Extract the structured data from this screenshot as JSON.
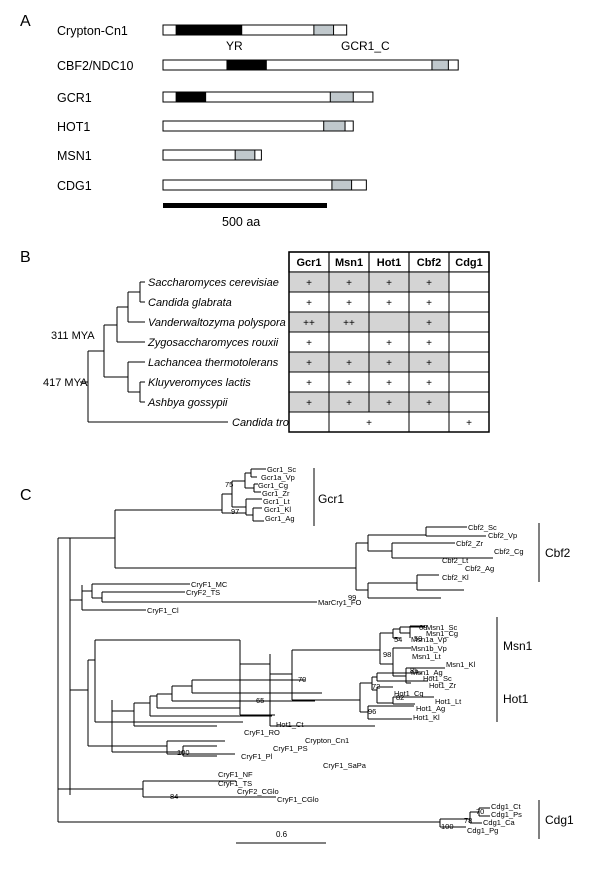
{
  "panel_a": {
    "label": "A",
    "proteins": [
      {
        "name": "Crypton-Cn1",
        "length_aa": 560,
        "yr": [
          40,
          240
        ],
        "gcr1c": [
          460,
          520
        ]
      },
      {
        "name": "CBF2/NDC10",
        "length_aa": 900,
        "yr": [
          195,
          315
        ],
        "gcr1c": [
          820,
          870
        ]
      },
      {
        "name": "GCR1",
        "length_aa": 640,
        "yr": [
          40,
          130
        ],
        "gcr1c": [
          510,
          580
        ]
      },
      {
        "name": "HOT1",
        "length_aa": 580,
        "yr": null,
        "gcr1c": [
          490,
          555
        ]
      },
      {
        "name": "MSN1",
        "length_aa": 300,
        "yr": null,
        "gcr1c": [
          220,
          280
        ]
      },
      {
        "name": "CDG1",
        "length_aa": 620,
        "yr": null,
        "gcr1c": [
          515,
          575
        ]
      }
    ],
    "yr_label": "YR",
    "gcr1c_label": "GCR1_C",
    "scale_label": "500 aa",
    "scale_value_aa": 500,
    "colors": {
      "yr": "#000000",
      "gcr1c": "#c0c8cc",
      "body": "#ffffff"
    }
  },
  "panel_b": {
    "label": "B",
    "columns": [
      "Gcr1",
      "Msn1",
      "Hot1",
      "Cbf2",
      "Cdg1"
    ],
    "rows": [
      {
        "species": "Saccharomyces cerevisiae",
        "cells": [
          "+",
          "+",
          "+",
          "+",
          ""
        ],
        "shaded": true
      },
      {
        "species": "Candida glabrata",
        "cells": [
          "+",
          "+",
          "+",
          "+",
          ""
        ],
        "shaded": false
      },
      {
        "species": "Vanderwaltozyma polyspora",
        "cells": [
          "++",
          "++",
          "",
          "+",
          ""
        ],
        "shaded": true
      },
      {
        "species": "Zygosaccharomyces rouxii",
        "cells": [
          "+",
          "",
          "+",
          "+",
          ""
        ],
        "shaded": false
      },
      {
        "species": "Lachancea thermotolerans",
        "cells": [
          "+",
          "+",
          "+",
          "+",
          ""
        ],
        "shaded": true
      },
      {
        "species": "Kluyveromyces lactis",
        "cells": [
          "+",
          "+",
          "+",
          "+",
          ""
        ],
        "shaded": false
      },
      {
        "species": "Ashbya gossypii",
        "cells": [
          "+",
          "+",
          "+",
          "+",
          ""
        ],
        "shaded": true
      },
      {
        "species": "Candida tropicalis",
        "cells": [
          "",
          "+",
          "",
          "",
          "+"
        ],
        "shaded": false,
        "merged_gcr1_hot1": true
      }
    ],
    "divergence_labels": [
      "311 MYA",
      "417 MYA"
    ],
    "colors": {
      "shade": "#d4d4d4"
    }
  },
  "panel_c": {
    "label": "C",
    "scale_label": "0.6",
    "clades": [
      "Gcr1",
      "Cbf2",
      "Msn1",
      "Hot1",
      "Cdg1"
    ],
    "leaves": [
      "Gcr1_Sc",
      "Gcr1a_Vp",
      "Gcr1_Cg",
      "Gcr1_Zr",
      "Gcr1_Lt",
      "Gcr1_Kl",
      "Gcr1_Ag",
      "Cbf2_Sc",
      "Cbf2_Vp",
      "Cbf2_Zr",
      "Cbf2_Cg",
      "Cbf2_Lt",
      "Cbf2_Ag",
      "Cbf2_Kl",
      "CryF1_MC",
      "CryF2_TS",
      "MarCry1_FO",
      "CryF1_Cl",
      "Msn1_Sc",
      "Msn1_Cg",
      "Msn1a_Vp",
      "Msn1b_Vp",
      "Msn1_Lt",
      "Msn1_Kl",
      "Msn1_Ag",
      "Hot1_Sc",
      "Hot1_Zr",
      "Hot1_Cg",
      "Hot1_Lt",
      "Hot1_Ag",
      "Hot1_Kl",
      "Hot1_Ct",
      "CryF1_RO",
      "Crypton_Cn1",
      "CryF1_PS",
      "CryF1_Pl",
      "CryF1_SaPa",
      "CryF1_NF",
      "CryF1_TS",
      "CryF2_CGlo",
      "CryF1_CGlo",
      "Cdg1_Ct",
      "Cdg1_Ps",
      "Cdg1_Ca",
      "Cdg1_Pg"
    ],
    "bootstrap": [
      "75",
      "97",
      "99",
      "68",
      "59",
      "54",
      "98",
      "85",
      "70",
      "72",
      "82",
      "96",
      "65",
      "100",
      "84",
      "70",
      "78",
      "100"
    ]
  }
}
